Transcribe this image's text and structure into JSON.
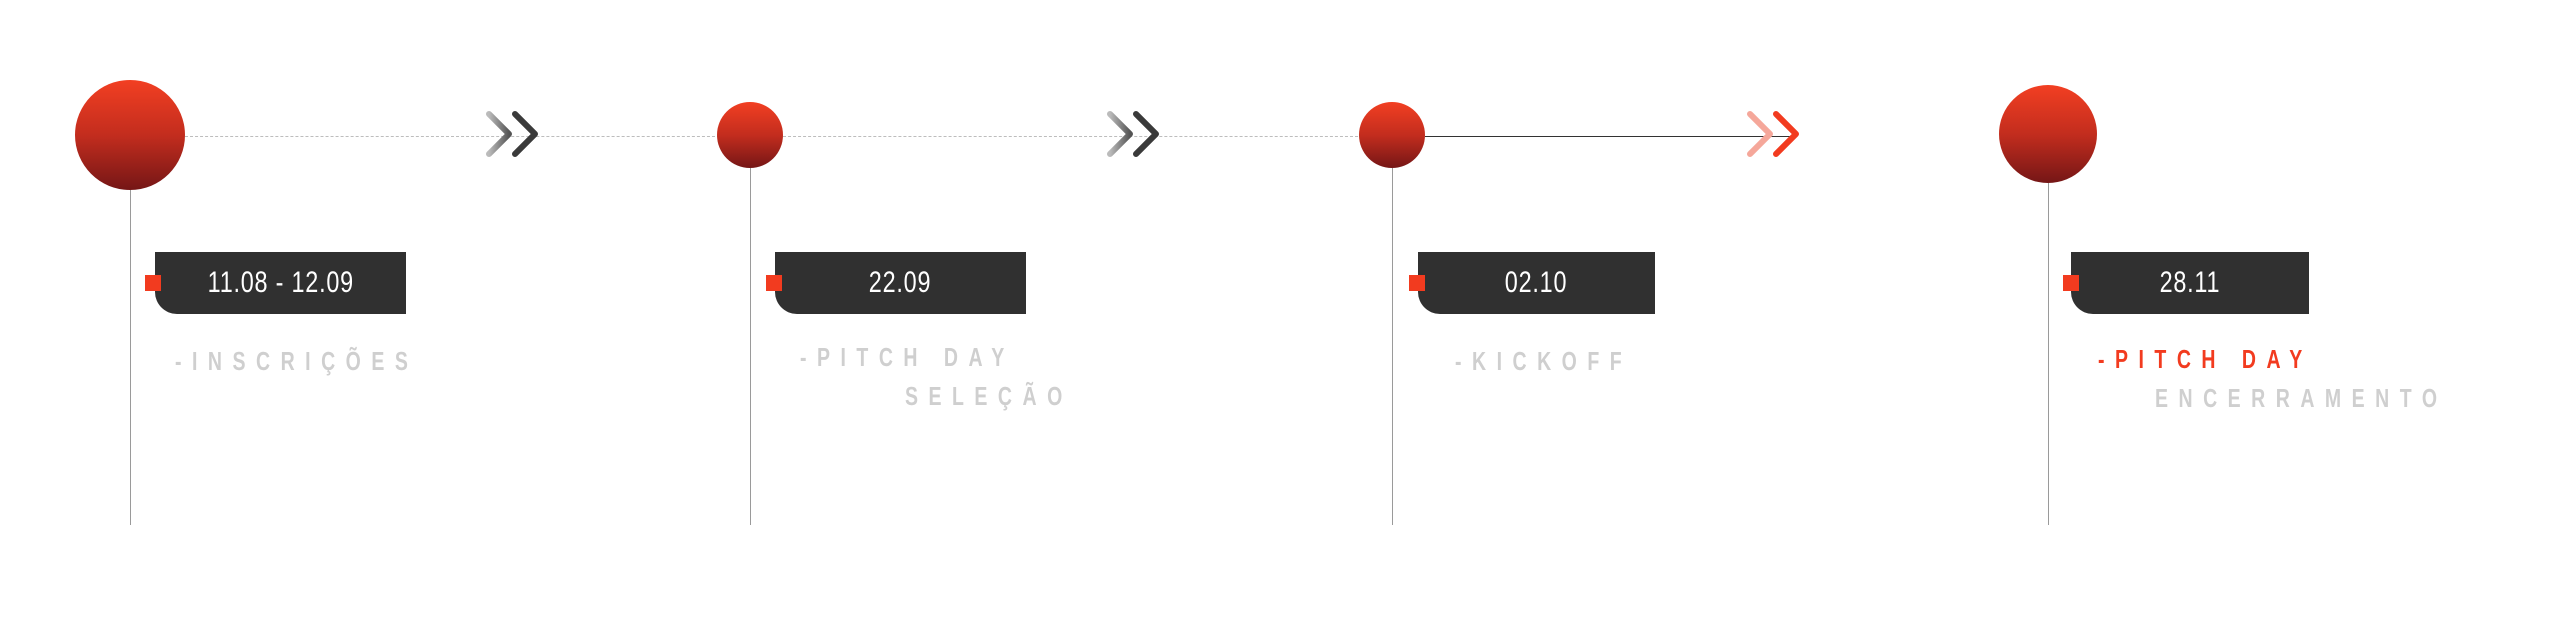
{
  "colors": {
    "accent": "#f23b1f",
    "box": "#303030",
    "label_muted": "#d8d8d8",
    "line": "#9a9a9a"
  },
  "milestones": [
    {
      "date": "11.08 - 12.09",
      "label_line1": "-INSCRIÇÕES",
      "label_line2": ""
    },
    {
      "date": "22.09",
      "label_line1": "-PITCH DAY",
      "label_line2": "SELEÇÃO"
    },
    {
      "date": "02.10",
      "label_line1": "-KICKOFF",
      "label_line2": ""
    },
    {
      "date": "28.11",
      "label_line1": "-PITCH DAY",
      "label_line2": "ENCERRAMENTO"
    }
  ],
  "icons": [
    "double-chevron-right-icon",
    "double-chevron-right-icon",
    "double-chevron-right-icon"
  ]
}
